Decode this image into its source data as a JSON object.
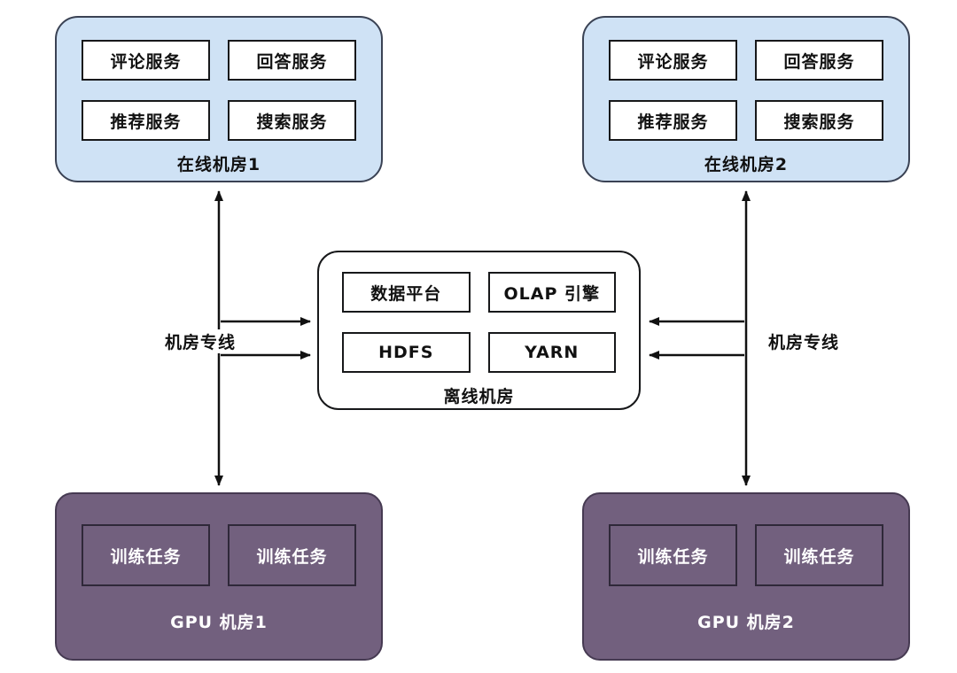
{
  "online_dc1": {
    "title": "在线机房1",
    "services": [
      "评论服务",
      "回答服务",
      "推荐服务",
      "搜索服务"
    ]
  },
  "online_dc2": {
    "title": "在线机房2",
    "services": [
      "评论服务",
      "回答服务",
      "推荐服务",
      "搜索服务"
    ]
  },
  "offline_dc": {
    "title": "离线机房",
    "components": [
      "数据平台",
      "OLAP 引擎",
      "HDFS",
      "YARN"
    ]
  },
  "gpu_dc1": {
    "title": "GPU 机房1",
    "tasks": [
      "训练任务",
      "训练任务"
    ]
  },
  "gpu_dc2": {
    "title": "GPU 机房2",
    "tasks": [
      "训练任务",
      "训练任务"
    ]
  },
  "links": {
    "left_label": "机房专线",
    "right_label": "机房专线"
  },
  "colors": {
    "online_fill": "#cfe2f5",
    "online_border": "#3a4254",
    "offline_fill": "#ffffff",
    "gpu_fill": "#72607e",
    "box_border": "#17181a",
    "arrow": "#111111"
  }
}
